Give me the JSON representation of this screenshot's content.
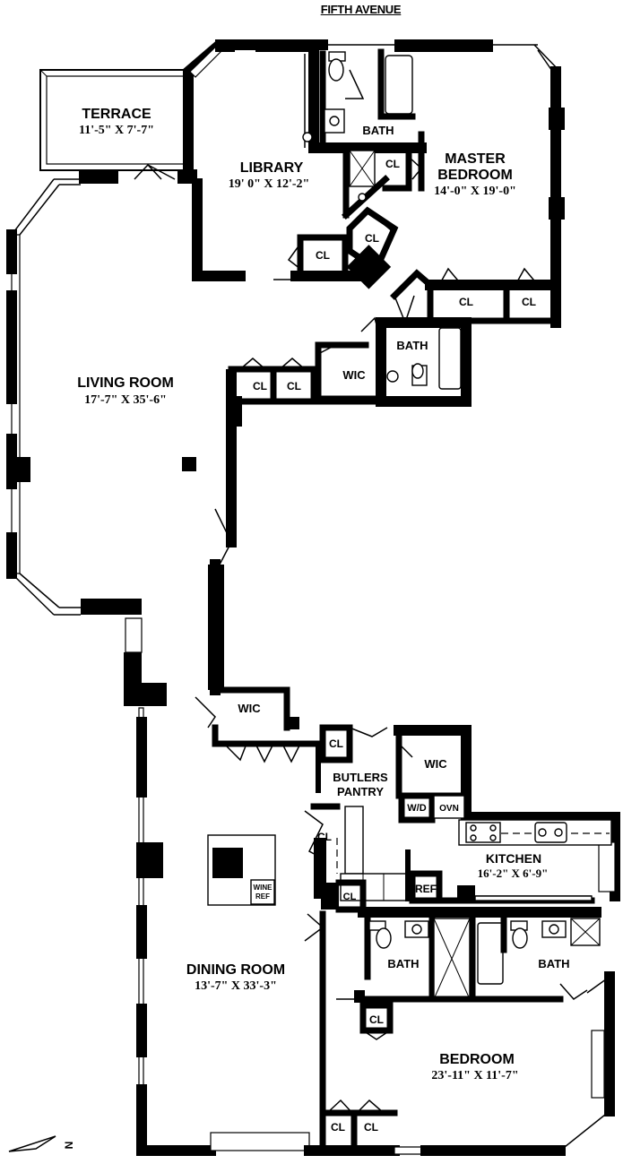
{
  "street": "FIFTH AVENUE",
  "rooms": {
    "terrace": {
      "name": "TERRACE",
      "dim": "11'-5\" X 7'-7\""
    },
    "library": {
      "name": "LIBRARY",
      "dim": "19' 0\" X 12'-2\""
    },
    "master": {
      "name1": "MASTER",
      "name2": "BEDROOM",
      "dim": "14'-0\" X 19'-0\""
    },
    "living": {
      "name": "LIVING ROOM",
      "dim": "17'-7\" X 35'-6\""
    },
    "dining": {
      "name": "DINING ROOM",
      "dim": "13'-7\" X 33'-3\""
    },
    "kitchen": {
      "name": "KITCHEN",
      "dim": "16'-2\" X 6'-9\""
    },
    "bedroom": {
      "name": "BEDROOM",
      "dim": "23'-11\" X 11'-7\""
    },
    "butlers": {
      "name1": "BUTLERS",
      "name2": "PANTRY"
    }
  },
  "labels": {
    "bath": "BATH",
    "cl": "CL",
    "wic": "WIC",
    "wd": "W/D",
    "ovn": "OVN",
    "ref": "REF",
    "wine1": "WINE",
    "wine2": "REF"
  },
  "compass": "N"
}
